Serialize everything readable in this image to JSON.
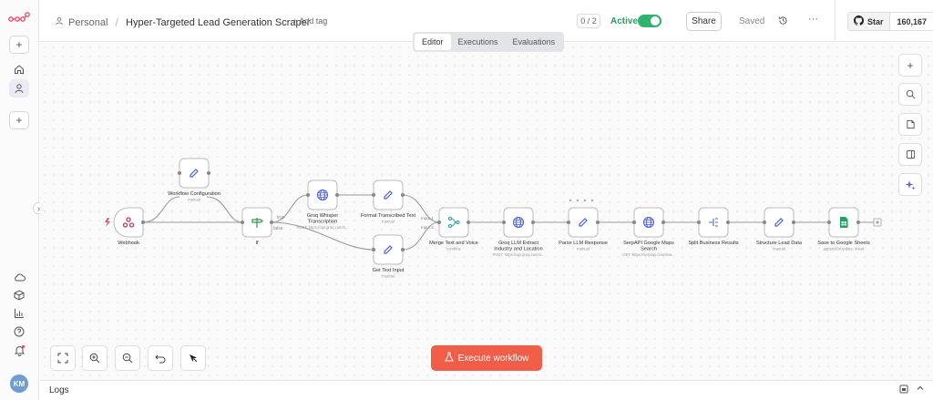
{
  "header": {
    "breadcrumb_personal": "Personal",
    "breadcrumb_sep": "/",
    "workflow_title": "Hyper-Targeted Lead Generation Scraper",
    "add_tag": "+ Add tag",
    "counter": "0 / 2",
    "active_label": "Active",
    "active": true,
    "share_label": "Share",
    "saved_label": "Saved",
    "github_star_label": "Star",
    "github_star_count": "160,167"
  },
  "tabs": [
    {
      "label": "Editor",
      "selected": true
    },
    {
      "label": "Executions",
      "selected": false
    },
    {
      "label": "Evaluations",
      "selected": false
    }
  ],
  "execute_button": "Execute workflow",
  "logs_label": "Logs",
  "colors": {
    "accent": "#f05d48",
    "active_green": "#2fb36f",
    "node_icon_blue": "#4a5fd8",
    "if_icon_green": "#2e9a4f",
    "sheets_green": "#1fa463"
  },
  "nodes": [
    {
      "id": "webhook",
      "title": "Webhook",
      "sub": "",
      "icon": "webhook-icon"
    },
    {
      "id": "workflow-config",
      "title": "Workflow Configuration",
      "sub": "manual",
      "icon": "pencil-icon"
    },
    {
      "id": "if",
      "title": "If",
      "sub": "",
      "icon": "signpost-icon"
    },
    {
      "id": "groq-whisper",
      "title": "Groq Whisper",
      "title2": "Transcription",
      "sub": "POST: https://api.groq.com/o...",
      "icon": "globe-icon"
    },
    {
      "id": "format-transcribed",
      "title": "Format Transcribed Text",
      "sub": "manual",
      "icon": "pencil-icon"
    },
    {
      "id": "get-text-input",
      "title": "Get Text Input",
      "sub": "manual",
      "icon": "pencil-icon"
    },
    {
      "id": "merge",
      "title": "Merge Text and Voice",
      "sub": "combine",
      "icon": "merge-icon"
    },
    {
      "id": "groq-llm",
      "title": "Groq LLM Extract",
      "title2": "Industry and Location",
      "sub": "POST: https://api.groq.com/o...",
      "icon": "globe-icon"
    },
    {
      "id": "parse-llm",
      "title": "Parse LLM Response",
      "sub": "manual",
      "icon": "pencil-icon"
    },
    {
      "id": "serpapi",
      "title": "SerpAPI Google Maps",
      "title2": "Search",
      "sub": "GET: https://serpapi.com/sea...",
      "icon": "globe-icon"
    },
    {
      "id": "split-results",
      "title": "Split Business Results",
      "sub": "",
      "icon": "split-icon"
    },
    {
      "id": "structure-lead",
      "title": "Structure Lead Data",
      "sub": "manual",
      "icon": "pencil-icon"
    },
    {
      "id": "save-sheets",
      "title": "Save to Google Sheets",
      "sub": "appendOrUpdate: sheet",
      "icon": "sheets-icon"
    }
  ],
  "edge_labels": {
    "if_true": "true",
    "if_false": "false",
    "merge_in1": "Input 1",
    "merge_in2": "Input 2"
  }
}
